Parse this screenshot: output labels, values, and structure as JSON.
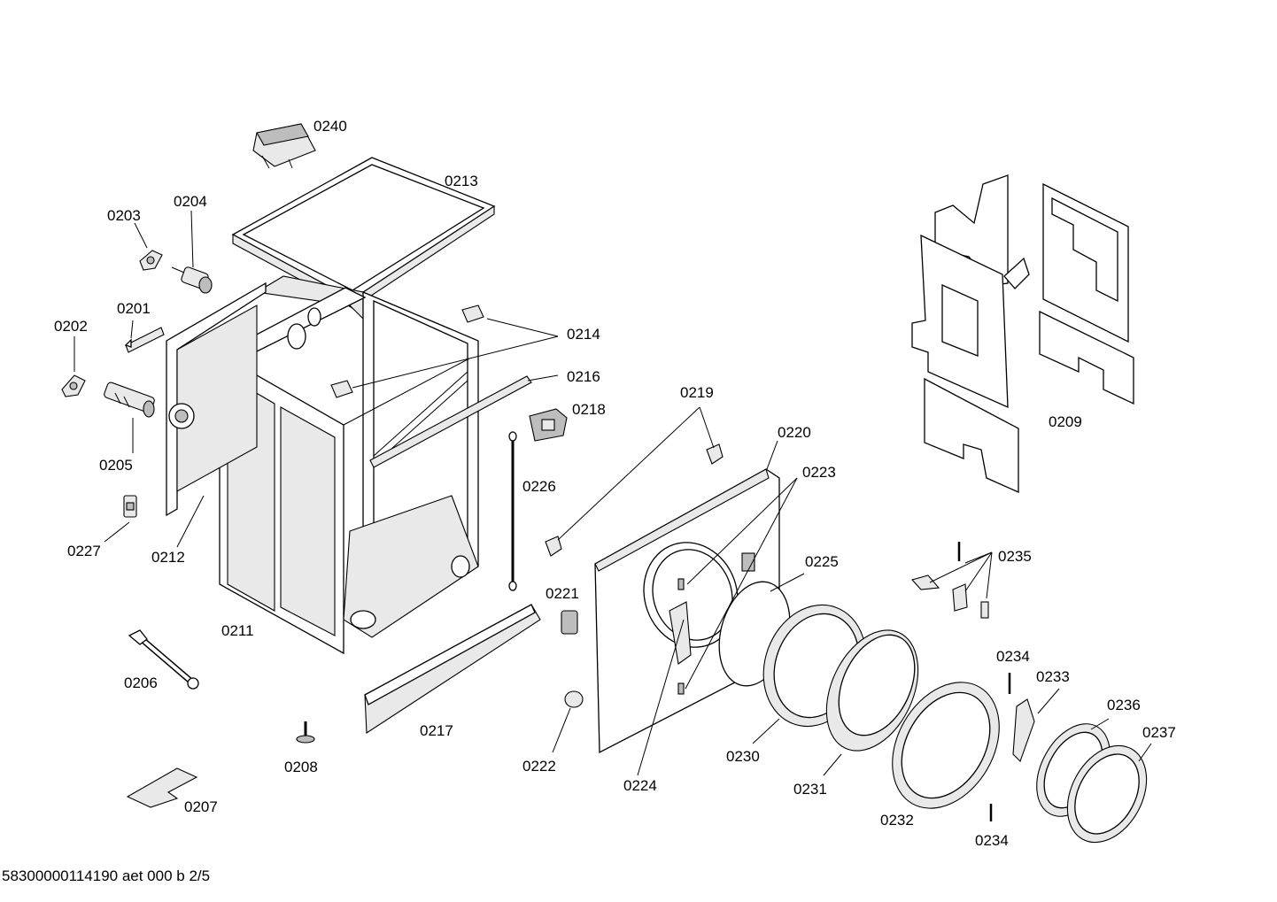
{
  "labels": {
    "p0201": "0201",
    "p0202": "0202",
    "p0203": "0203",
    "p0204": "0204",
    "p0205": "0205",
    "p0206": "0206",
    "p0207": "0207",
    "p0208": "0208",
    "p0209": "0209",
    "p0211": "0211",
    "p0212": "0212",
    "p0213": "0213",
    "p0214": "0214",
    "p0216": "0216",
    "p0217": "0217",
    "p0218": "0218",
    "p0219": "0219",
    "p0220": "0220",
    "p0221": "0221",
    "p0222": "0222",
    "p0223": "0223",
    "p0224": "0224",
    "p0225": "0225",
    "p0226": "0226",
    "p0227": "0227",
    "p0230": "0230",
    "p0231": "0231",
    "p0232": "0232",
    "p0233": "0233",
    "p0234a": "0234",
    "p0234b": "0234",
    "p0235": "0235",
    "p0236": "0236",
    "p0237": "0237",
    "p0240": "0240"
  },
  "footer": "58300000114190 aet 000 b 2/5"
}
